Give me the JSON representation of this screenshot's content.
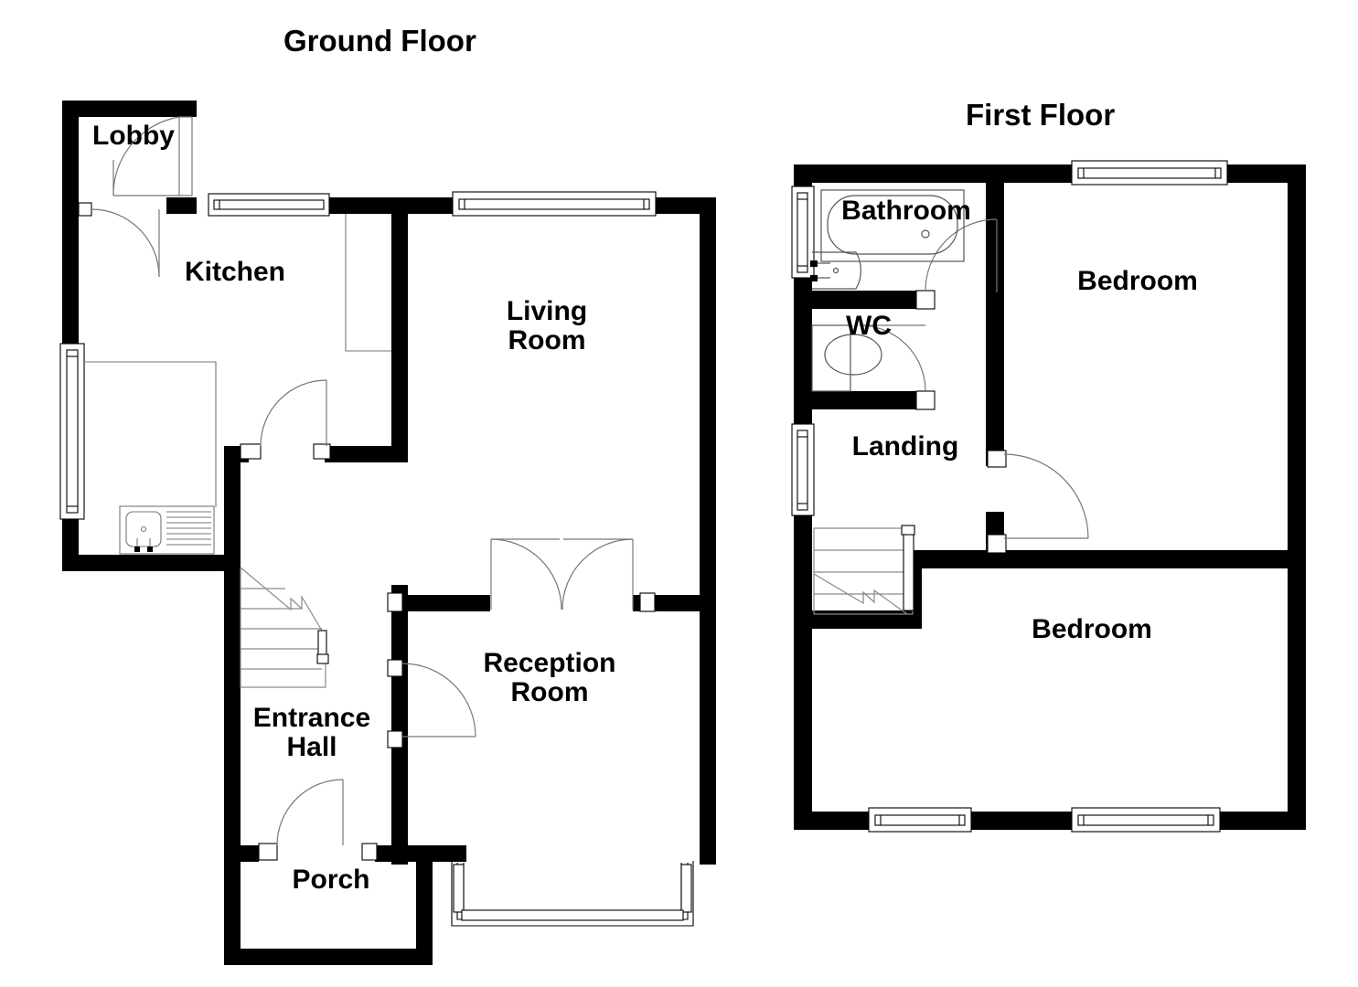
{
  "floors": [
    {
      "id": "ground",
      "title": "Ground Floor",
      "rooms": [
        {
          "name": "Lobby",
          "label": "Lobby"
        },
        {
          "name": "Kitchen",
          "label": "Kitchen"
        },
        {
          "name": "Living Room",
          "label": "Living\nRoom"
        },
        {
          "name": "Reception Room",
          "label": "Reception\nRoom"
        },
        {
          "name": "Entrance Hall",
          "label": "Entrance\nHall"
        },
        {
          "name": "Porch",
          "label": "Porch"
        }
      ],
      "features": {
        "windows": [
          "kitchen-rear-window",
          "living-room-rear-window",
          "kitchen-side-window",
          "reception-bay-window"
        ],
        "doors": [
          "lobby-external-door",
          "lobby-kitchen-door",
          "kitchen-hall-door",
          "hall-reception-door",
          "porch-front-door",
          "living-reception-double-doors"
        ],
        "fixtures": [
          "kitchen-sink",
          "kitchen-worktop",
          "staircase-up"
        ]
      }
    },
    {
      "id": "first",
      "title": "First Floor",
      "rooms": [
        {
          "name": "Bathroom",
          "label": "Bathroom"
        },
        {
          "name": "WC",
          "label": "WC"
        },
        {
          "name": "Landing",
          "label": "Landing"
        },
        {
          "name": "Bedroom One",
          "label": "Bedroom"
        },
        {
          "name": "Bedroom Two",
          "label": "Bedroom"
        }
      ],
      "features": {
        "windows": [
          "bathroom-side-window",
          "landing-side-window",
          "bedroom-one-rear-window",
          "bedroom-two-front-window-left",
          "bedroom-two-front-window-right"
        ],
        "doors": [
          "bathroom-door",
          "wc-door",
          "bedroom-one-door"
        ],
        "fixtures": [
          "bath-tub",
          "wash-basin",
          "toilet",
          "staircase-down"
        ]
      }
    }
  ],
  "colors": {
    "wall": "#000000",
    "background": "#ffffff",
    "fixture_line": "#555555",
    "door_swing": "#777777"
  }
}
